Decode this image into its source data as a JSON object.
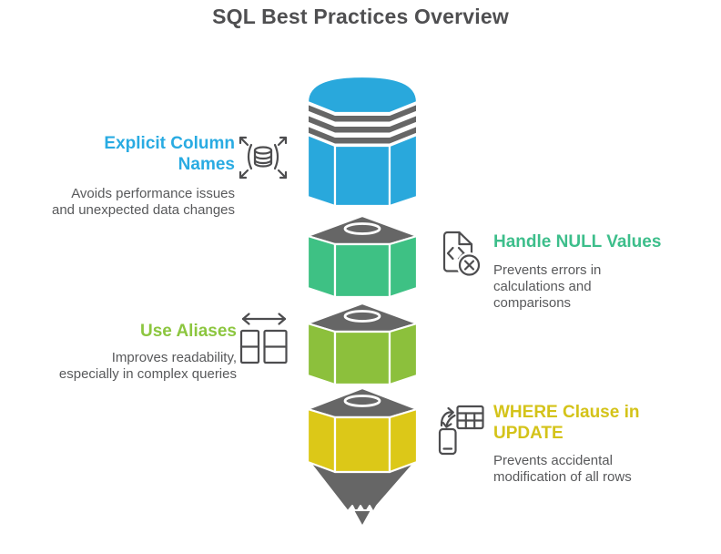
{
  "title": "SQL Best Practices Overview",
  "title_color": "#4F4F51",
  "body_text_color": "#58595B",
  "practices": [
    {
      "heading": "Explicit Column\nNames",
      "description": "Avoids performance issues\nand unexpected data changes",
      "heading_color": "#29ABE2",
      "icon": "database-scale-icon",
      "side": "left"
    },
    {
      "heading": "Handle NULL Values",
      "description": "Prevents errors in\ncalculations and\ncomparisons",
      "heading_color": "#3DBE8B",
      "icon": "code-file-error-icon",
      "side": "right"
    },
    {
      "heading": "Use Aliases",
      "description": "Improves readability,\nespecially in complex queries",
      "heading_color": "#8CC63F",
      "icon": "resize-columns-icon",
      "side": "left"
    },
    {
      "heading": "WHERE Clause in\nUPDATE",
      "description": "Prevents accidental\nmodification of all rows",
      "heading_color": "#D4C319",
      "icon": "sync-table-icon",
      "side": "right"
    }
  ],
  "pencil": {
    "colors": {
      "eraser": "#29A8DC",
      "segment_null": "#3EC184",
      "segment_alias": "#8CC03C",
      "segment_where": "#DCC818",
      "ferrule": "#666666",
      "top_face": "#666666",
      "tip": "#666666",
      "edge": "#FFFFFF"
    }
  }
}
